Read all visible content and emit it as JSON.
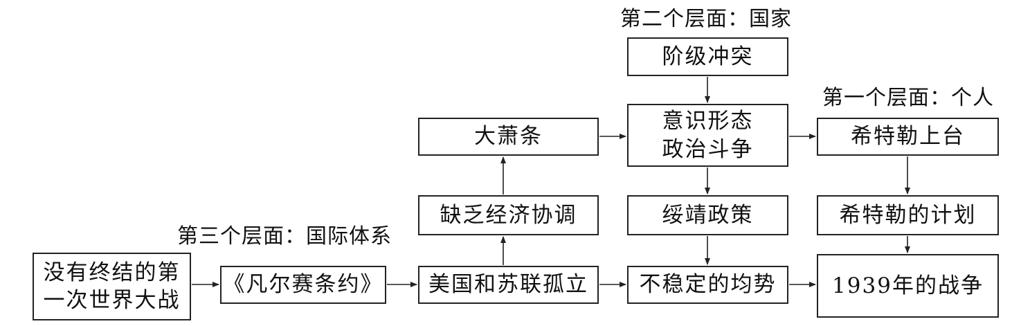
{
  "levels": {
    "national": "第二个层面：国家",
    "individual": "第一个层面：个人",
    "international": "第三个层面：国际体系"
  },
  "nodes": {
    "unfinished_war_line1": "没有终结的第",
    "unfinished_war_line2": "一次世界大战",
    "versailles": "《凡尔赛条约》",
    "isolation": "美国和苏联孤立",
    "lack_coordination": "缺乏经济协调",
    "depression": "大萧条",
    "class_conflict": "阶级冲突",
    "ideology_line1": "意识形态",
    "ideology_line2": "政治斗争",
    "appeasement": "绥靖政策",
    "unstable_balance": "不稳定的均势",
    "hitler_rise": "希特勒上台",
    "hitler_plan": "希特勒的计划",
    "war_1939": "1939年的战争"
  }
}
